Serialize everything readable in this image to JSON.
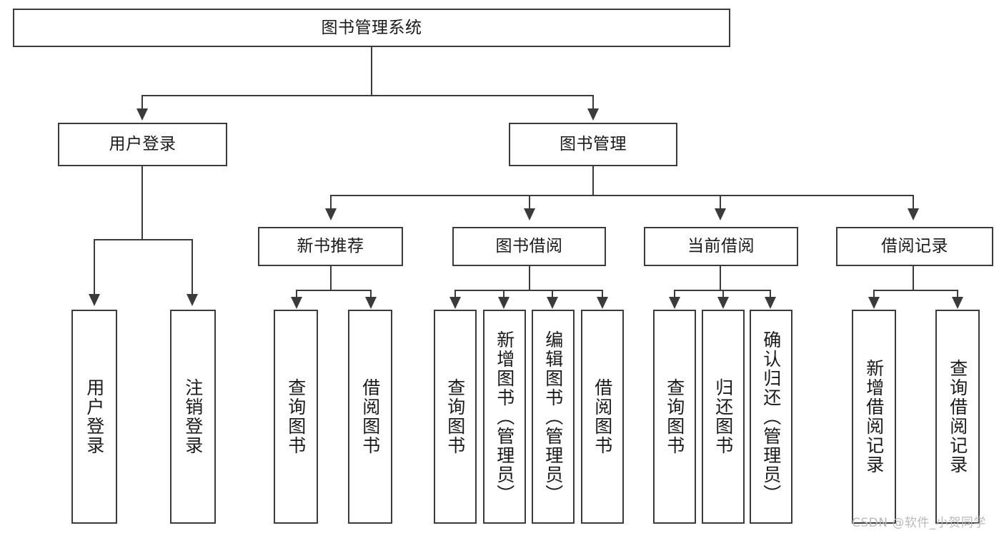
{
  "diagram": {
    "title": "图书管理系统",
    "root": {
      "label": "图书管理系统"
    },
    "level2": [
      {
        "label": "用户登录"
      },
      {
        "label": "图书管理"
      }
    ],
    "level3": [
      {
        "label": "新书推荐"
      },
      {
        "label": "图书借阅"
      },
      {
        "label": "当前借阅"
      },
      {
        "label": "借阅记录"
      }
    ],
    "leaves": {
      "user_login": [
        {
          "label": "用户登录"
        },
        {
          "label": "注销登录"
        }
      ],
      "new_book": [
        {
          "label": "查询图书"
        },
        {
          "label": "借阅图书"
        }
      ],
      "book_borrow": [
        {
          "label": "查询图书"
        },
        {
          "label": "新增图书（管理员）"
        },
        {
          "label": "编辑图书（管理员）"
        },
        {
          "label": "借阅图书"
        }
      ],
      "current_borrow": [
        {
          "label": "查询图书"
        },
        {
          "label": "归还图书"
        },
        {
          "label": "确认归还（管理员）"
        }
      ],
      "borrow_record": [
        {
          "label": "新增借阅记录"
        },
        {
          "label": "查询借阅记录"
        }
      ]
    }
  },
  "watermark": {
    "text": "CSDN @软件_小贺同学"
  },
  "colors": {
    "stroke": "#3b3b3b",
    "background": "#ffffff",
    "text": "#1a1a1a",
    "watermark": "#b9b9b9"
  }
}
